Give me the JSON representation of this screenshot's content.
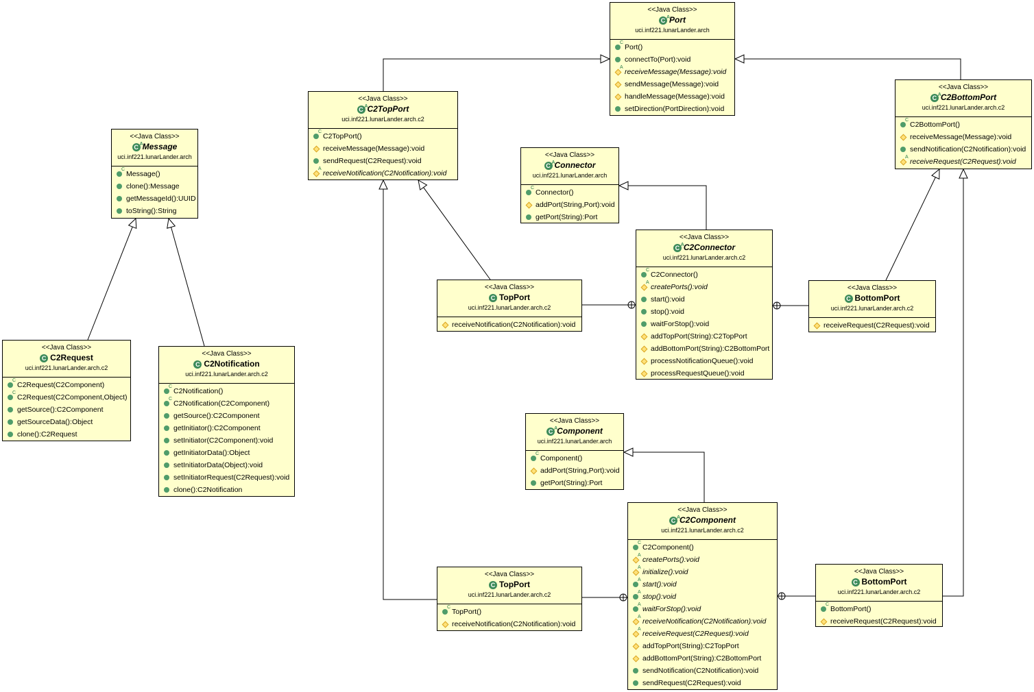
{
  "stereotype": "<<Java Class>>",
  "classes": [
    {
      "id": "port",
      "name": "Port",
      "abstract": true,
      "package": "uci.inf221.lunarLander.arch",
      "members": [
        {
          "text": "Port()",
          "icon": "ctor"
        },
        {
          "text": "connectTo(Port):void",
          "icon": "pub"
        },
        {
          "text": "receiveMessage(Message):void",
          "icon": "prot",
          "abstract": true
        },
        {
          "text": "sendMessage(Message):void",
          "icon": "prot"
        },
        {
          "text": "handleMessage(Message):void",
          "icon": "prot"
        },
        {
          "text": "setDirection(PortDirection):void",
          "icon": "pub"
        }
      ]
    },
    {
      "id": "c2topport",
      "name": "C2TopPort",
      "abstract": true,
      "package": "uci.inf221.lunarLander.arch.c2",
      "members": [
        {
          "text": "C2TopPort()",
          "icon": "ctor"
        },
        {
          "text": "receiveMessage(Message):void",
          "icon": "prot"
        },
        {
          "text": "sendRequest(C2Request):void",
          "icon": "pub"
        },
        {
          "text": "receiveNotification(C2Notification):void",
          "icon": "prot",
          "abstract": true
        }
      ]
    },
    {
      "id": "message",
      "name": "Message",
      "abstract": true,
      "package": "uci.inf221.lunarLander.arch",
      "members": [
        {
          "text": "Message()",
          "icon": "ctor"
        },
        {
          "text": "clone():Message",
          "icon": "pub"
        },
        {
          "text": "getMessageId():UUID",
          "icon": "pub"
        },
        {
          "text": "toString():String",
          "icon": "pub"
        }
      ]
    },
    {
      "id": "connector",
      "name": "Connector",
      "abstract": true,
      "package": "uci.inf221.lunarLander.arch",
      "members": [
        {
          "text": "Connector()",
          "icon": "ctor"
        },
        {
          "text": "addPort(String,Port):void",
          "icon": "prot"
        },
        {
          "text": "getPort(String):Port",
          "icon": "pub"
        }
      ]
    },
    {
      "id": "c2bottomport",
      "name": "C2BottomPort",
      "abstract": true,
      "package": "uci.inf221.lunarLander.arch.c2",
      "members": [
        {
          "text": "C2BottomPort()",
          "icon": "ctor"
        },
        {
          "text": "receiveMessage(Message):void",
          "icon": "prot"
        },
        {
          "text": "sendNotification(C2Notification):void",
          "icon": "pub"
        },
        {
          "text": "receiveRequest(C2Request):void",
          "icon": "prot",
          "abstract": true
        }
      ]
    },
    {
      "id": "c2connector",
      "name": "C2Connector",
      "abstract": true,
      "package": "uci.inf221.lunarLander.arch.c2",
      "members": [
        {
          "text": "C2Connector()",
          "icon": "ctor"
        },
        {
          "text": "createPorts():void",
          "icon": "prot",
          "abstract": true
        },
        {
          "text": "start():void",
          "icon": "pub"
        },
        {
          "text": "stop():void",
          "icon": "pub"
        },
        {
          "text": "waitForStop():void",
          "icon": "pub"
        },
        {
          "text": "addTopPort(String):C2TopPort",
          "icon": "prot"
        },
        {
          "text": "addBottomPort(String):C2BottomPort",
          "icon": "prot"
        },
        {
          "text": "processNotificationQueue():void",
          "icon": "prot"
        },
        {
          "text": "processRequestQueue():void",
          "icon": "prot"
        }
      ]
    },
    {
      "id": "topport1",
      "name": "TopPort",
      "abstract": false,
      "package": "uci.inf221.lunarLander.arch.c2",
      "members": [
        {
          "text": "receiveNotification(C2Notification):void",
          "icon": "prot"
        }
      ]
    },
    {
      "id": "bottomport1",
      "name": "BottomPort",
      "abstract": false,
      "package": "uci.inf221.lunarLander.arch.c2",
      "members": [
        {
          "text": "receiveRequest(C2Request):void",
          "icon": "prot"
        }
      ]
    },
    {
      "id": "c2request",
      "name": "C2Request",
      "abstract": false,
      "package": "uci.inf221.lunarLander.arch.c2",
      "members": [
        {
          "text": "C2Request(C2Component)",
          "icon": "ctor"
        },
        {
          "text": "C2Request(C2Component,Object)",
          "icon": "ctor"
        },
        {
          "text": "getSource():C2Component",
          "icon": "pub"
        },
        {
          "text": "getSourceData():Object",
          "icon": "pub"
        },
        {
          "text": "clone():C2Request",
          "icon": "pub"
        }
      ]
    },
    {
      "id": "c2notification",
      "name": "C2Notification",
      "abstract": false,
      "package": "uci.inf221.lunarLander.arch.c2",
      "members": [
        {
          "text": "C2Notification()",
          "icon": "ctor"
        },
        {
          "text": "C2Notification(C2Component)",
          "icon": "ctor"
        },
        {
          "text": "getSource():C2Component",
          "icon": "pub"
        },
        {
          "text": "getInitiator():C2Component",
          "icon": "pub"
        },
        {
          "text": "setInitiator(C2Component):void",
          "icon": "pub"
        },
        {
          "text": "getInitiatorData():Object",
          "icon": "pub"
        },
        {
          "text": "setInitiatorData(Object):void",
          "icon": "pub"
        },
        {
          "text": "setInitiatorRequest(C2Request):void",
          "icon": "pub"
        },
        {
          "text": "clone():C2Notification",
          "icon": "pub"
        }
      ]
    },
    {
      "id": "component",
      "name": "Component",
      "abstract": true,
      "package": "uci.inf221.lunarLander.arch",
      "members": [
        {
          "text": "Component()",
          "icon": "ctor"
        },
        {
          "text": "addPort(String,Port):void",
          "icon": "prot"
        },
        {
          "text": "getPort(String):Port",
          "icon": "pub"
        }
      ]
    },
    {
      "id": "c2component",
      "name": "C2Component",
      "abstract": true,
      "package": "uci.inf221.lunarLander.arch.c2",
      "members": [
        {
          "text": "C2Component()",
          "icon": "ctor"
        },
        {
          "text": "createPorts():void",
          "icon": "prot",
          "abstract": true
        },
        {
          "text": "initialize():void",
          "icon": "prot",
          "abstract": true
        },
        {
          "text": "start():void",
          "icon": "pub",
          "abstract": true
        },
        {
          "text": "stop():void",
          "icon": "pub",
          "abstract": true
        },
        {
          "text": "waitForStop():void",
          "icon": "pub",
          "abstract": true
        },
        {
          "text": "receiveNotification(C2Notification):void",
          "icon": "prot",
          "abstract": true
        },
        {
          "text": "receiveRequest(C2Request):void",
          "icon": "prot",
          "abstract": true
        },
        {
          "text": "addTopPort(String):C2TopPort",
          "icon": "prot"
        },
        {
          "text": "addBottomPort(String):C2BottomPort",
          "icon": "prot"
        },
        {
          "text": "sendNotification(C2Notification):void",
          "icon": "pub"
        },
        {
          "text": "sendRequest(C2Request):void",
          "icon": "pub"
        }
      ]
    },
    {
      "id": "topport2",
      "name": "TopPort",
      "abstract": false,
      "package": "uci.inf221.lunarLander.arch.c2",
      "members": [
        {
          "text": "TopPort()",
          "icon": "ctor"
        },
        {
          "text": "receiveNotification(C2Notification):void",
          "icon": "prot"
        }
      ]
    },
    {
      "id": "bottomport2",
      "name": "BottomPort",
      "abstract": false,
      "package": "uci.inf221.lunarLander.arch.c2",
      "members": [
        {
          "text": "BottomPort()",
          "icon": "ctor"
        },
        {
          "text": "receiveRequest(C2Request):void",
          "icon": "prot"
        }
      ]
    }
  ],
  "relations": [
    {
      "from": "c2topport",
      "to": "port",
      "kind": "generalization"
    },
    {
      "from": "c2bottomport",
      "to": "port",
      "kind": "generalization"
    },
    {
      "from": "c2request",
      "to": "message",
      "kind": "generalization"
    },
    {
      "from": "c2notification",
      "to": "message",
      "kind": "generalization"
    },
    {
      "from": "topport1",
      "to": "c2topport",
      "kind": "generalization"
    },
    {
      "from": "c2connector",
      "to": "connector",
      "kind": "generalization"
    },
    {
      "from": "topport1",
      "to": "c2connector",
      "kind": "nested"
    },
    {
      "from": "bottomport1",
      "to": "c2connector",
      "kind": "nested"
    },
    {
      "from": "bottomport1",
      "to": "c2bottomport",
      "kind": "generalization"
    },
    {
      "from": "c2component",
      "to": "component",
      "kind": "generalization"
    },
    {
      "from": "topport2",
      "to": "c2topport",
      "kind": "generalization"
    },
    {
      "from": "topport2",
      "to": "c2component",
      "kind": "nested"
    },
    {
      "from": "bottomport2",
      "to": "c2component",
      "kind": "nested"
    },
    {
      "from": "bottomport2",
      "to": "c2bottomport",
      "kind": "generalization"
    }
  ]
}
